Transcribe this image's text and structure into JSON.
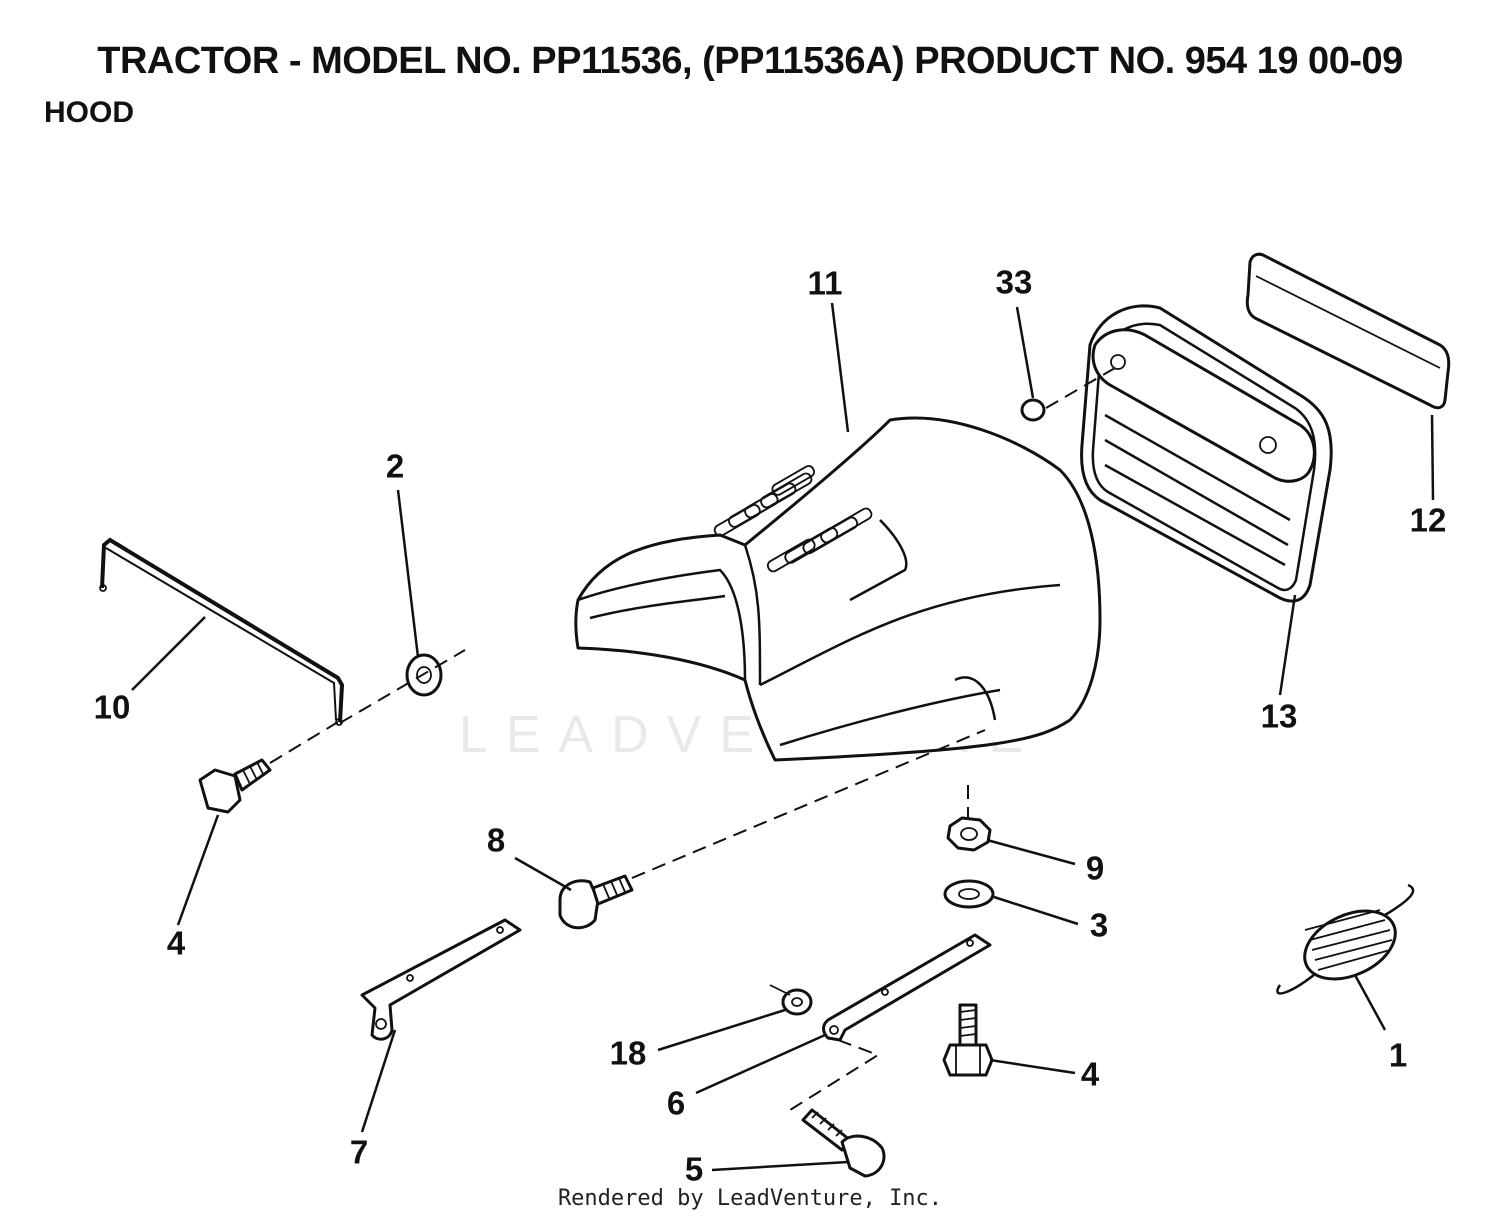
{
  "title": "TRACTOR - MODEL NO. PP11536, (PP11536A)  PRODUCT NO. 954 19 00-09",
  "section": "HOOD",
  "watermark": "LEADVENTURE",
  "footer": "Rendered by LeadVenture, Inc.",
  "callouts": [
    {
      "id": "c11",
      "label": "11"
    },
    {
      "id": "c33",
      "label": "33"
    },
    {
      "id": "c12",
      "label": "12"
    },
    {
      "id": "c13",
      "label": "13"
    },
    {
      "id": "c2",
      "label": "2"
    },
    {
      "id": "c10",
      "label": "10"
    },
    {
      "id": "c4a",
      "label": "4"
    },
    {
      "id": "c8",
      "label": "8"
    },
    {
      "id": "c9",
      "label": "9"
    },
    {
      "id": "c3",
      "label": "3"
    },
    {
      "id": "c1",
      "label": "1"
    },
    {
      "id": "c7",
      "label": "7"
    },
    {
      "id": "c18",
      "label": "18"
    },
    {
      "id": "c6",
      "label": "6"
    },
    {
      "id": "c4b",
      "label": "4"
    },
    {
      "id": "c5",
      "label": "5"
    }
  ]
}
